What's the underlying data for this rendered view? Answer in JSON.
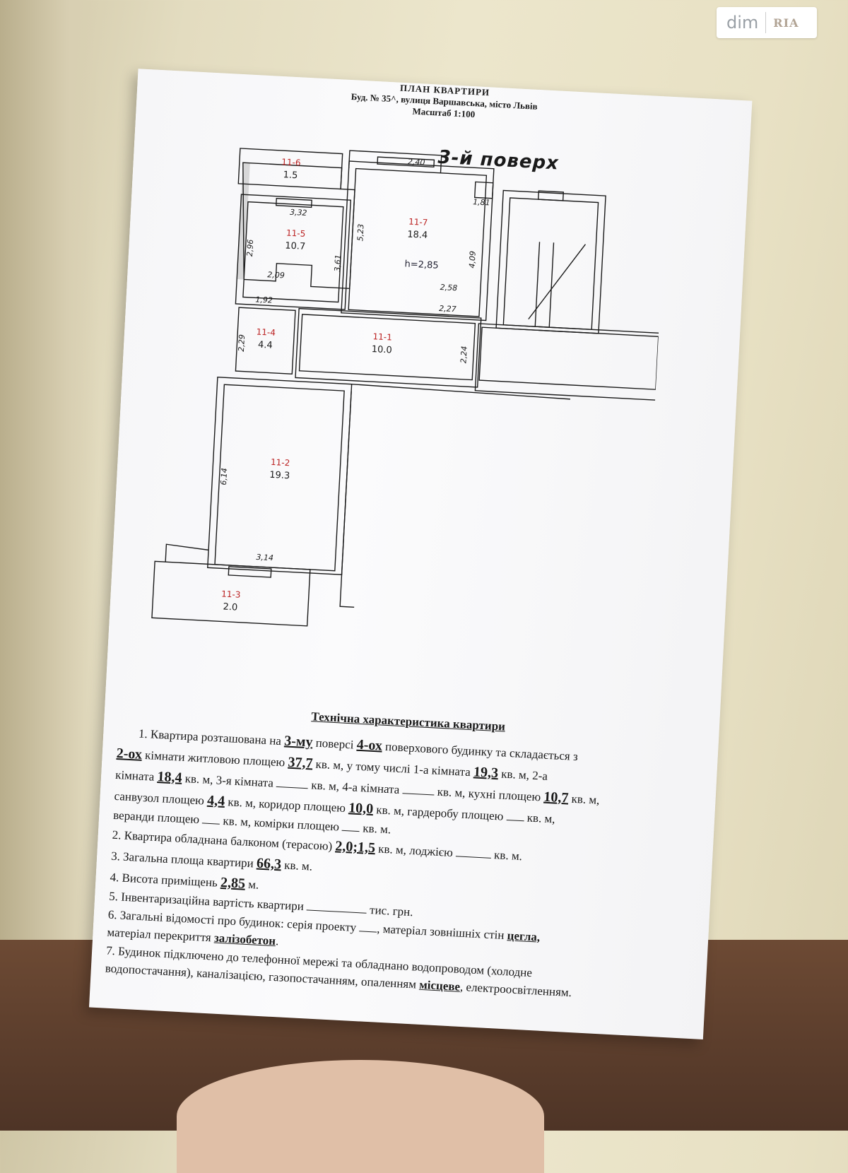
{
  "watermark": {
    "left": "dim",
    "right": "RIA"
  },
  "header": {
    "title": "ПЛАН КВАРТИРИ",
    "address": "Буд. № 35^, вулиця  Варшавська, місто Львів",
    "scale": "Масштаб 1:100"
  },
  "floor_label": "3-й поверх",
  "plan": {
    "rooms": [
      {
        "id": "11-6",
        "area": "1.5"
      },
      {
        "id": "11-5",
        "area": "10.7"
      },
      {
        "id": "11-7",
        "area": "18.4"
      },
      {
        "id": "11-4",
        "area": "4.4"
      },
      {
        "id": "11-1",
        "area": "10.0"
      },
      {
        "id": "11-2",
        "area": "19.3"
      },
      {
        "id": "11-3",
        "area": "2.0"
      }
    ],
    "dims": {
      "d240": "2,40",
      "d181": "1,81",
      "d332": "3,32",
      "d523": "5,23",
      "d296": "2,96",
      "d361": "3,61",
      "d409": "4,09",
      "d209": "2,09",
      "d258": "2,58",
      "d227": "2,27",
      "d192": "1,92",
      "d229": "2,29",
      "d224": "2,24",
      "d614": "6,14",
      "d314": "3,14"
    },
    "height": "h=2,85"
  },
  "specs": {
    "title": "Технічна характеристика квартири",
    "l1a": "1.  Квартира  розташована на",
    "floor": "3-му",
    "l1b": "поверсі",
    "floors": "4-ох",
    "l1c": "поверхового будинку та складається з",
    "rooms": "2-ох",
    "l2a": "кімнати   житловою  площею",
    "living": "37,7",
    "l2b": "кв. м,   у  тому  числі  1-а  кімната",
    "r1": "19,3",
    "l2c": "кв. м,   2-а",
    "l3a": "кімната",
    "r2": "18,4",
    "l3b": "кв. м, 3-я кімната",
    "l3c": "кв. м, 4-а кімната",
    "l3d": "кв. м, кухні площею",
    "kitchen": "10,7",
    "l3e": "кв. м,",
    "l4a": "санвузол  площею",
    "bath": "4,4",
    "l4b": "кв. м,  коридор  площею",
    "corridor": "10,0",
    "l4c": "кв.  м,    гардеробу  площею",
    "l4d": "кв.  м,",
    "l5a": "веранди площею",
    "l5b": "кв. м, комірки площею",
    "l5c": "кв. м.",
    "l6a": "2. Квартира  обладнана балконом (терасою)",
    "balcony": "2,0;1,5",
    "l6b": "кв. м, лоджією",
    "l6c": "кв. м.",
    "l7a": "3. Загальна площа квартири",
    "total": "66,3",
    "l7b": "кв. м.",
    "l8a": "4. Висота приміщень",
    "height": "2,85",
    "l8b": "м.",
    "l9a": "5. Інвентаризаційна вартість квартири",
    "l9b": "тис. грн.",
    "l10a": "6. Загальні відомості про будинок: серія проекту",
    "l10b": ", матеріал зовнішніх стін",
    "walls": "цегла,",
    "l11a": "матеріал перекриття",
    "ceiling": "залізобетон",
    "l11b": ".",
    "l12": "7.  Будинок  підключено  до  телефонної  мережі  та  обладнано  водопроводом  (холодне",
    "l13a": "водопостачання), каналізацією, газопостачанням, опаленням",
    "heating": "місцеве",
    "l13b": ", електроосвітленням."
  }
}
